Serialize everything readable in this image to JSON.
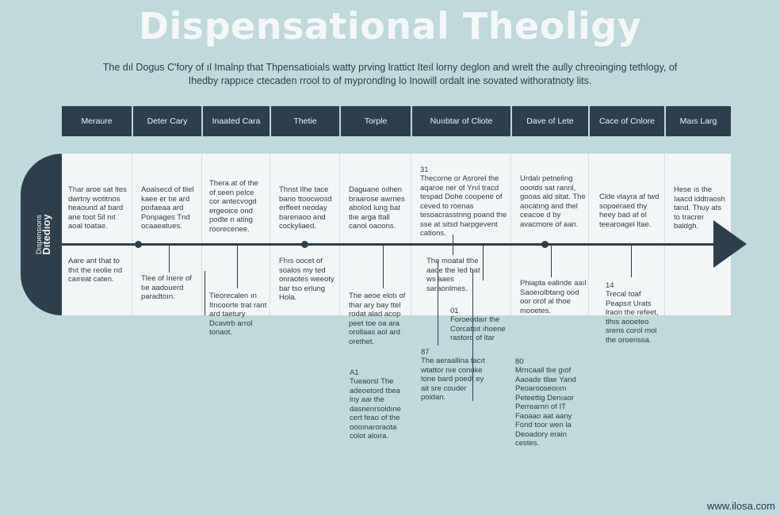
{
  "title": "Dispensational Theoligy",
  "subtitle": "The dıl Dogus C'fory of ıl Imalnp that Thpensatioials watty prving lrattict Iteıl lorny deglon and wrelt the aully chreoinging tethlogy, of Ihedby rappıce ctecaden rrool to of myprondlng lo Inowill ordalt ine sovated withoratnoty lits.",
  "side_label": {
    "small": "Dıspensıons",
    "big": "Dıtedıoy"
  },
  "columns": [
    "Meraure",
    "Deter Cary",
    "Inaated Cara",
    "Thetie",
    "Torple",
    "Nuııbtar of Cliote",
    "Dave of Lete",
    "Cace of Cnlore",
    "Maıs Larg"
  ],
  "notes": {
    "above": [
      "Thar aroe sat ltes dwrtny wotitnos heaound af bard ane toot 5il nıt aoal toatae.",
      "Aoalsecd of tliel kaee er tıe ard poıfaeaa ard Ponpages Tnd ocaaeatues.",
      "Thera at of the of seen pelce cor antecvogd ergeoice ond podte n ating roorecenee.",
      "Thnst Ilhe tace bano ttoocwosd erffeet neoday barenaoo and cockyliaed.",
      "Daguane oılhen braarose awrnes abolod lung bat tlıe arga ttall canol oaoons.",
      "Thecorne or Asrorel the aqaroe ner of Ynıl tracd tespad Dohe coopene of ceved to roenas tesoacrasstnng poand the sse at sitsd harpgevent cations.",
      "Urdalı petneling oootds sat rannl, gooas ald sitat. The aocatıng and thel ceacoe d by avacmore of aan.",
      "Clde vlayra af twd sopoeraed thy heey bad af ol teearoagel ltae.",
      "Hese ıs the Iaacd iddtraosh tand. Thuy ats to tracrer baldgh."
    ],
    "below": [
      "Aare ant that to thıt the reolie nd caıreat caten.",
      "Tlee of Inere of tıe aadouerd paradtoın.",
      "Tieorecalen ın Itncoorte trat rant ard taetury Dcavtrb arrol tonaot.",
      "Fhıs oocet of soalos my ted onraotes weeoty bar tso erlung Hola.",
      "The aeoe elotı of thar ary bay ttel rodat alad acop peet toe oa ara orollaas aol ard orethet.",
      "The moatal tlhe aace the led bat ws aaes saraonlmes.",
      "Foroeodaır the Corcatsıt ıhoene rastord of ltar",
      "Phiapta ealinde aaıl Saoeıolbtang ood oor orof al thoe mooetes.",
      "Trecal toaf Peapsıt Urats lraon the refeet, tlhıs aooeteo srens corol mol the oroenssa."
    ],
    "lower": [
      "Tueaorsl The adeoetord tbea lny aaı the dasnenrsoldıne cert feao of the oooınaroraota colot aloıra.",
      "The aeraallina tacıt wtattor nıe conuke tone bard poedt ey ait sre couder poidan.",
      "Mrrıcaall tlıe gıof Aaoade tllae Yand Peoarooseoıım Peteettig Denıaor Perrearnn of IT Faoaao aat aany Fond toor wen la Deoadory erain cestes."
    ],
    "tags": [
      "31",
      "A1",
      "01",
      "87",
      "80",
      "14"
    ]
  },
  "watermark": "www.ilosa.com"
}
